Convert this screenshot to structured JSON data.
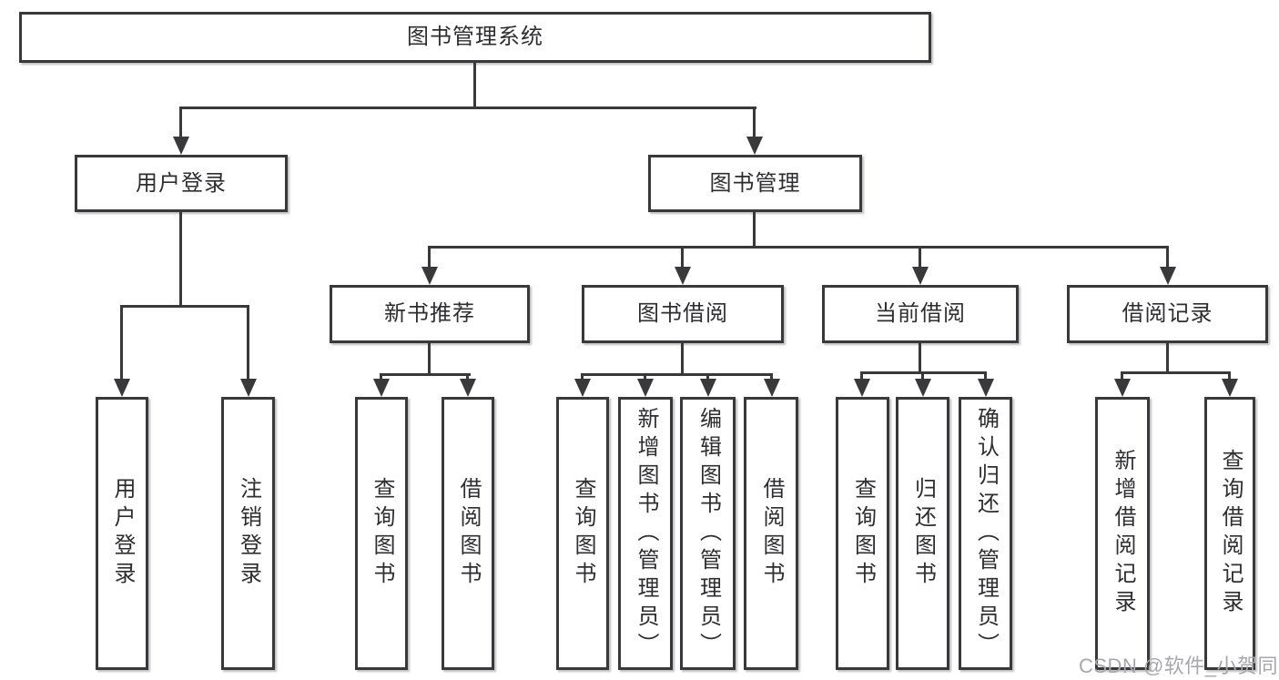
{
  "colors": {
    "line": "#39393b",
    "text": "#2e2e30",
    "box_background": "#ffffff",
    "page_background": "#ffffff",
    "watermark": "#a8a8ac"
  },
  "diagram": {
    "root": "图书管理系统",
    "level2": {
      "user_login": "用户登录",
      "book_mgmt": "图书管理"
    },
    "level3": {
      "new_books": "新书推荐",
      "book_borrow": "图书借阅",
      "current_borrow": "当前借阅",
      "borrow_records": "借阅记录"
    },
    "leaves": {
      "user_login": [
        "用户登录",
        "注销登录"
      ],
      "new_books": [
        "查询图书",
        "借阅图书"
      ],
      "book_borrow": [
        "查询图书",
        "新增图书（管理员）",
        "编辑图书（管理员）",
        "借阅图书"
      ],
      "current_borrow": [
        "查询图书",
        "归还图书",
        "确认归还（管理员）"
      ],
      "borrow_records": [
        "新增借阅记录",
        "查询借阅记录"
      ]
    }
  },
  "watermark": "CSDN @软件_小贺同学"
}
